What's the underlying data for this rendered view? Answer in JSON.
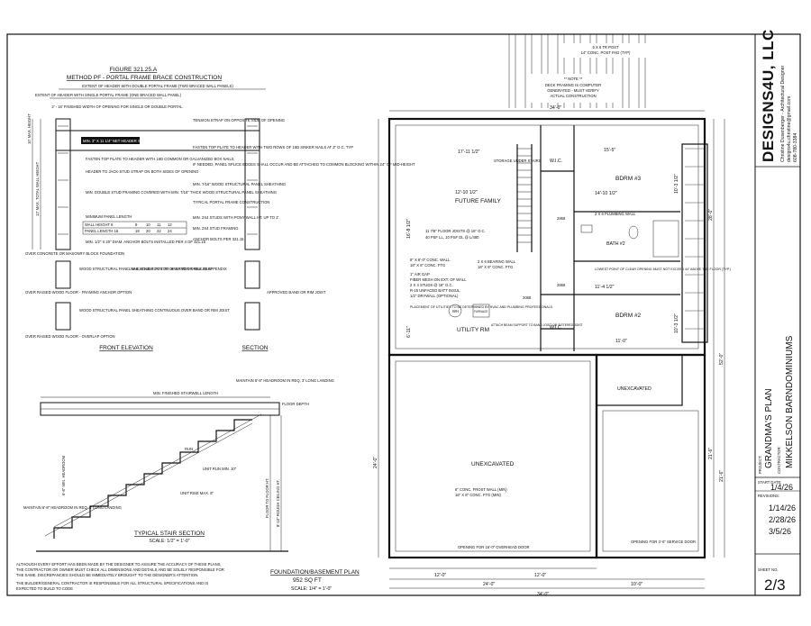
{
  "figure": {
    "title": "FIGURE 321.25.A",
    "subtitle": "METHOD PF - PORTAL FRAME BRACE CONSTRUCTION",
    "extent_header_double": "EXTENT OF HEADER WITH DOUBLE PORTAL FRAME (TWO BRACED WALL PANELS)",
    "extent_header_single": "EXTENT OF HEADER WITH SINGLE PORTAL FRAME (ONE BRACED WALL PANEL)",
    "opening_note": "2' - 18' FINISHED WIDTH OF OPENING FOR SINGLE OR DOUBLE PORTAL",
    "min_wall_height": "12' MAX. TOTAL WALL HEIGHT",
    "min_height_label": "10' MAX. HEIGHT",
    "header_note": "MIN. 3\" X 11 1/4\" NET HEADER STEEL HEADER PROHIBITED",
    "notes_right": [
      "TENSION STRAP ON OPPOSITE SIDE OF OPENING",
      "FASTEN TOP PLATE TO HEADER WITH TWO ROWS OF 16D SINKER NAILS AT 3\" O.C. TYP",
      "IF NEEDED, PANEL SPLICE EDGES SHALL OCCUR AND BE ATTACHED TO COMMON BLOCKING WITHIN 24\" OF MID-HEIGHT",
      "MIN. 7/16\" WOOD STRUCTURAL PANEL SHEATHING",
      "TYPICAL PORTAL FRAME CONSTRUCTION",
      "MIN. 2X4 STUDS WITH PONY WALL HT. UP TO 2'",
      "MIN. 2X4 STUD FRAMING",
      "ANCHOR BOLTS PER 321.15"
    ],
    "notes_left": [
      "FASTEN TOP PLATE TO HEADER WITH 16D COMMON OR GALVANIZED BOX NAILS",
      "HEADER TO JACK-STUD STRAP ON BOTH SIDES OF OPENING",
      "MIN. DOUBLE STUD FRAMING COVERED WITH MIN. 7/16\" THICK WOOD STRUCTURAL PANEL SHEATHING",
      "MINIMUM PANEL LENGTH",
      "MIN. 1/2\" X 20\" DIAM. ANCHOR BOLTS INSTALLED PER 4 OF 321.15"
    ],
    "table": {
      "row1_label": "WALL HEIGHT  8",
      "row1": [
        "9",
        "10",
        "11",
        "12"
      ],
      "row2_label": "PANEL LENGTH  16",
      "row2": [
        "18",
        "20",
        "22",
        "24"
      ]
    },
    "detail_notes": [
      "OVER CONCRETE OR MASONRY BLOCK FOUNDATION",
      "WOOD STRUCTURAL PANEL SHEATHING TO TOP OF BAND OR RIM JOIST",
      "NAIL SOLE PLATE TO JOIST PER TABLE IN APPENDIX",
      "OVER RAISED WOOD FLOOR - FRAMING ANCHOR OPTION",
      "APPROVED BAND OR RIM JOIST",
      "WOOD STRUCTURAL PANEL SHEATHING CONTINUOUS OVER BAND OR RIM JOIST",
      "OVER RAISED WOOD FLOOR - OVERLAP OPTION"
    ],
    "front_elevation": "FRONT ELEVATION",
    "section": "SECTION"
  },
  "stair": {
    "title": "TYPICAL STAIR SECTION",
    "scale": "SCALE: 1/2\" = 1'-0\"",
    "headroom_note": "MAINTAIN 6'-8\" HEADROOM IN REQ. 3' LONG LANDING",
    "stairwell_length": "MIN. FINISHED STAIRWELL LENGTH",
    "floor_depth": "FLOOR DEPTH",
    "run_label": "RUN",
    "unit_run": "UNIT RUN MIN. 10\"",
    "unit_rise": "UNIT RISE MAX. 8\"",
    "min_headroom": "6'-8\" MIN. HEADROOM",
    "floor_to_floor": "FLOOR TO FLOOR HT.",
    "rough_ceiling": "8'-10\" ROUGH CEILING HT.",
    "bottom_headroom": "MAINTAIN 6'-8\" HEADROOM IN REQ. 3' LONG LANDING"
  },
  "disclaimer": [
    "ALTHOUGH EVERY EFFORT HAS BEEN MADE BY THE DESIGNER TO ASSURE THE ACCURACY OF THESE PLANS,",
    "THE CONTRACTOR OR OWNER MUST CHECK ALL DIMENSIONS AND DETAILS AND BE SOLELY RESPONSIBLE FOR",
    "THE SAME. DISCREPANCIES SHOULD BE IMMEDIATELY BROUGHT TO THE DESIGNER'S ATTENTION.",
    "THE BUILDER/GENERAL CONTRACTOR IS RESPONSIBLE FOR ALL STRUCTURAL SPECIFICATIONS AND IS",
    "EXPECTED TO BUILD TO CODE"
  ],
  "plan": {
    "title": "FOUNDATION/BASEMENT PLAN",
    "area": "952 SQ FT",
    "scale": "SCALE: 1/4\" = 1'-0\"",
    "top_note_1": "6 X 6 TR POST",
    "top_note_2": "14\" CONC. POST PAD (TYP)",
    "note_head": "** NOTE **",
    "note_lines": [
      "DECK FRAMING IS COMPUTER",
      "GENERATED - MUST VERIFY",
      "ACTUAL CONSTRUCTION"
    ],
    "dim_top": "34'-0\"",
    "dim_bottom_total": "34'-0\"",
    "dim_bottom_24": "24'-0\"",
    "dim_bottom_12a": "12'-0\"",
    "dim_bottom_12b": "12'-0\"",
    "dim_bottom_10": "10'-0\"",
    "dim_left": "24'-0\"",
    "dim_right_52": "52'-0\"",
    "dim_right_28": "28'-0\"",
    "dim_right_216": "21'-6\"",
    "dim_right_216b": "21'-6\"",
    "rooms": {
      "future_family": "FUTURE FAMILY",
      "storage": "STORAGE UNDER STAIRS",
      "wic1": "W.I.C.",
      "wic2": "W.I.C.",
      "bdrm3": "BDRM #3",
      "bdrm2": "BDRM #2",
      "bath2": "BATH #2",
      "utility": "UTILITY RM",
      "unexc_main": "UNEXCAVATED",
      "unexc_side": "UNEXCAVATED"
    },
    "room_dims": {
      "r1": "17'-11 1/2\"",
      "r2": "12'-10 1/2\"",
      "r3": "15'-5\"",
      "r4": "14'-10 1/2\"",
      "r5": "10'-3 1/2\"",
      "r6": "11'-4 1/2\"",
      "r7": "10'-3 1/2\"",
      "r8": "11'-0\"",
      "r9": "16'-8 1/2\"",
      "r10": "6'-11\""
    },
    "notes": {
      "joists": "11 7/8\" FLOOR JOISTS @ 16\" O.C.",
      "loads": "40 PSF LL, 10 PSF DL @ L/480",
      "wall": "8\" X 8'-0\" CONC. WALL",
      "footing": "16\" X 8\" CONC. FTG",
      "bearing": "2 X 6 BEARING WALL",
      "bearing_ftg": "16\" X 8\" CONC. FTG",
      "air_gap": "1\" AIR GAP",
      "fiber": "FIBER MESH ON EXT. OF WALL",
      "studs": "2 X 4 STUDS @ 16\" O.C.",
      "batt": "R-15 UNFACED BATT INSUL.",
      "drywall": "1/2\" DRYWALL (OPTIONAL)",
      "plumbing": "2 X 6 PLUMBING WALL",
      "placement": "PLACEMENT OF UTILITIES TO BE DETERMINED BY HVAC AND PLUMBING PROFESSIONALS.",
      "attach": "ATTACH BEAM SUPPORT TO BAND JOIST OR SISTERED JOIST",
      "lowest": "LOWEST POINT OF CLEAR OPENING MUST NOT EXCEED 44\" ABOVE THE FLOOR (TYP.)",
      "frost": "6\" CONC. FROST WALL (MIN)",
      "frost_ftg": "16\" X 8\" CONC. FTG (MIN)",
      "overhead": "OPENING FOR 16'-0\" OVERHEAD DOOR",
      "service": "OPENING FOR 3'-0\" SERVICE DOOR",
      "wh": "WH",
      "furnace": "FURNACE",
      "door1": "2868",
      "door2": "2868",
      "door3": "2068"
    }
  },
  "titleblock": {
    "company": "DESIGNS4U, LLC",
    "designer": "Christine Dusenberger - Architectural Designer",
    "email": "designs4u.christine@gmail.com",
    "phone": "608-780-3384",
    "project_label": "PROJECT:",
    "project": "GRANDMA'S PLAN",
    "contractor_label": "CONTRACTOR:",
    "contractor": "MIKKELSON BARNDOMINIUMS",
    "start_label": "START DATE:",
    "start_date": "1/4/26",
    "revisions_label": "REVISIONS:",
    "rev1": "1/14/26",
    "rev2": "2/28/26",
    "rev3": "3/5/26",
    "sheet_label": "SHEET NO.",
    "sheet": "2/3"
  }
}
